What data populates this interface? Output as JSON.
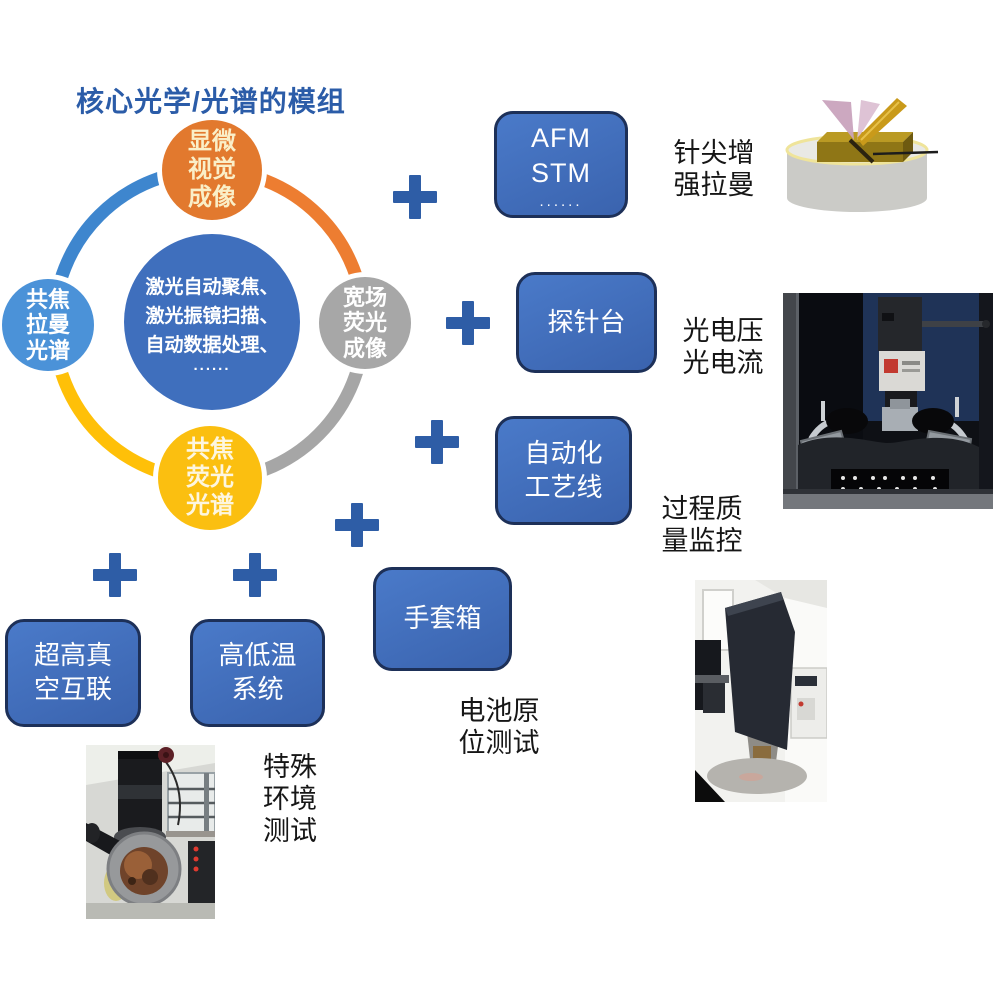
{
  "title": "核心光学/光谱的模组",
  "hub": {
    "center": {
      "lines": [
        "激光自动聚焦、",
        "激光振镜扫描、",
        "自动数据处理、",
        "......"
      ]
    },
    "nodes": {
      "top": {
        "lines": [
          "显微",
          "视觉",
          "成像"
        ],
        "color": "#E2792E"
      },
      "left": {
        "lines": [
          "共焦",
          "拉曼",
          "光谱"
        ],
        "color": "#4B92D8"
      },
      "right": {
        "lines": [
          "宽场",
          "荧光",
          "成像"
        ],
        "color": "#A7A7A7"
      },
      "bottom": {
        "lines": [
          "共焦",
          "荧光",
          "光谱"
        ],
        "color": "#FBBF10"
      }
    }
  },
  "modules": {
    "afm": {
      "lines": [
        "AFM",
        "STM"
      ],
      "dots": "......"
    },
    "probe": {
      "lines": [
        "探针台"
      ]
    },
    "auto": {
      "lines": [
        "自动化",
        "工艺线"
      ]
    },
    "glovebox": {
      "lines": [
        "手套箱"
      ]
    },
    "uhv": {
      "lines": [
        "超高真",
        "空互联"
      ]
    },
    "cryo": {
      "lines": [
        "高低温",
        "系统"
      ]
    }
  },
  "annotations": {
    "ters": {
      "lines": [
        "针尖增",
        "强拉曼"
      ]
    },
    "photoelectric": {
      "lines": [
        "光电压",
        "光电流"
      ]
    },
    "process": {
      "lines": [
        "过程质",
        "量监控"
      ]
    },
    "battery": {
      "lines": [
        "电池原",
        "位测试"
      ]
    },
    "special": {
      "lines": [
        "特殊",
        "环境",
        "测试"
      ]
    }
  },
  "colors": {
    "title_blue": "#2B5CA8",
    "module_blue": "#3E6CB8",
    "plus_blue": "#2E5DA6",
    "ring_blue": "#3E86CE",
    "ring_orange": "#ED7D31",
    "ring_gray": "#A6A6A6",
    "ring_yellow": "#FFC008",
    "hub_blue": "#3F6FBD"
  }
}
